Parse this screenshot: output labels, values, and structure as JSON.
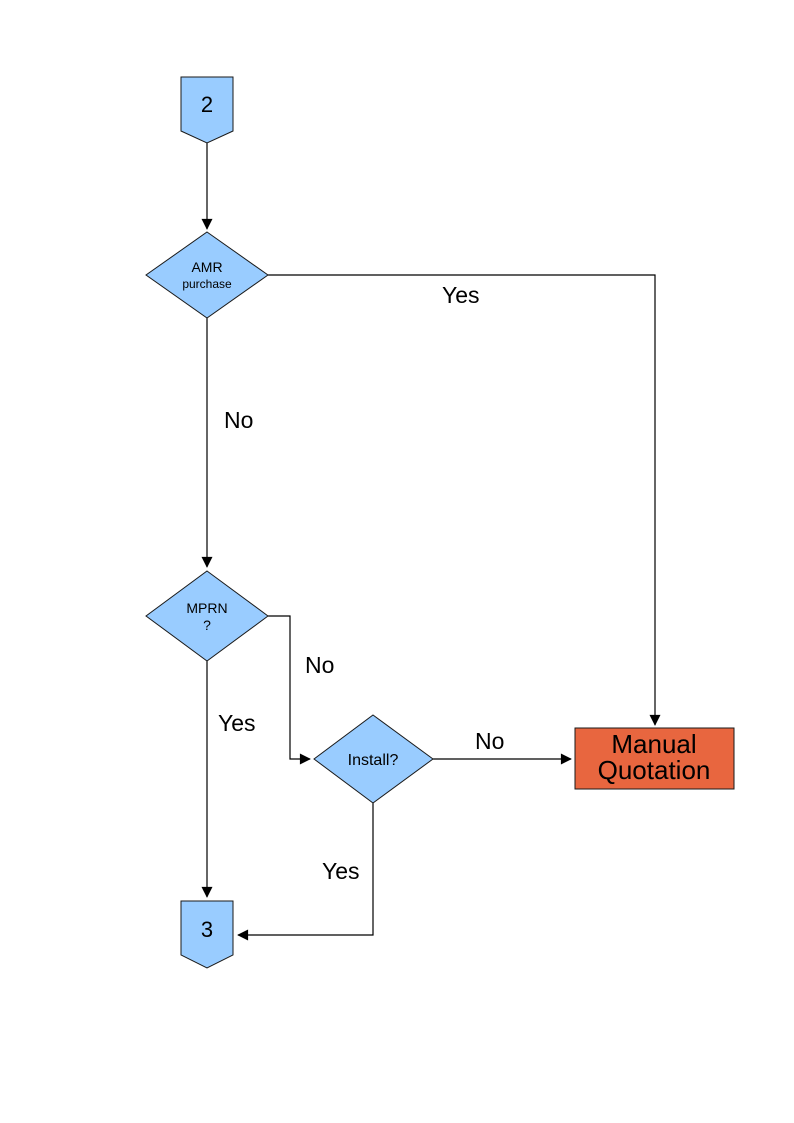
{
  "diagram": {
    "colors": {
      "node_fill": "#99CCFF",
      "alert_fill": "#E8663F",
      "line": "#000000",
      "background": "#FFFFFF"
    },
    "nodes": {
      "connector_2": {
        "type": "off-page-connector",
        "label": "2"
      },
      "amr_purchase": {
        "type": "decision",
        "line1": "AMR",
        "line2": "purchase"
      },
      "mprn": {
        "type": "decision",
        "line1": "MPRN",
        "line2": "?"
      },
      "install": {
        "type": "decision",
        "label": "Install?"
      },
      "manual_quotation": {
        "type": "process",
        "line1": "Manual",
        "line2": "Quotation"
      },
      "connector_3": {
        "type": "off-page-connector",
        "label": "3"
      }
    },
    "edges": {
      "amr_yes": {
        "from": "amr_purchase",
        "to": "manual_quotation",
        "label": "Yes"
      },
      "amr_no": {
        "from": "amr_purchase",
        "to": "mprn",
        "label": "No"
      },
      "mprn_no": {
        "from": "mprn",
        "to": "install",
        "label": "No"
      },
      "mprn_yes": {
        "from": "mprn",
        "to": "connector_3",
        "label": "Yes"
      },
      "install_no": {
        "from": "install",
        "to": "manual_quotation",
        "label": "No"
      },
      "install_yes": {
        "from": "install",
        "to": "connector_3",
        "label": "Yes"
      }
    }
  }
}
